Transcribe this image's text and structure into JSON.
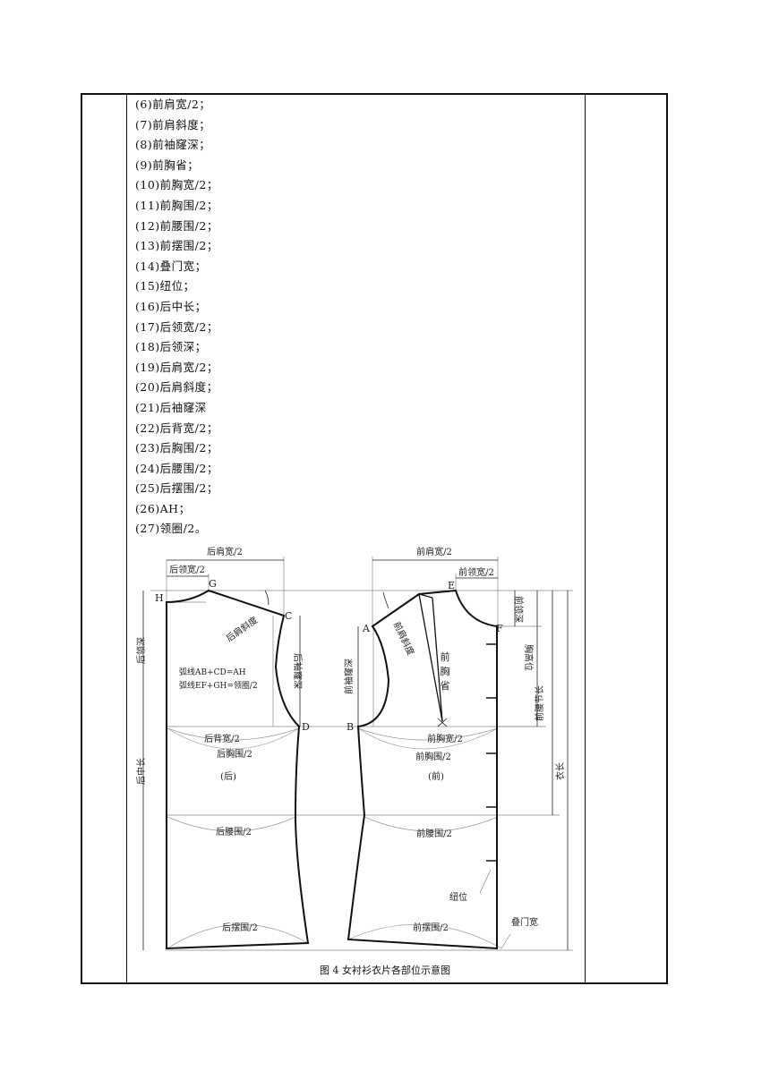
{
  "list_items": [
    "(6)前肩宽/2；",
    "(7)前肩斜度；",
    "(8)前袖窿深；",
    "(9)前胸省；",
    "(10)前胸宽/2；",
    "(11)前胸围/2；",
    "(12)前腰围/2；",
    "(13)前摆围/2；",
    "(14)叠门宽；",
    "(15)纽位；",
    "(16)后中长；",
    "(17)后领宽/2；",
    "(18)后领深；",
    "(19)后肩宽/2；",
    "(20)后肩斜度；",
    "(21)后袖窿深",
    "(22)后背宽/2；",
    "(23)后胸围/2；",
    "(24)后腰围/2；",
    "(25)后摆围/2；",
    "(26)AH；",
    "(27)领圈/2。"
  ],
  "diagram": {
    "points": {
      "A": "A",
      "B": "B",
      "C": "C",
      "D": "D",
      "E": "E",
      "F": "F",
      "G": "G",
      "H": "H"
    },
    "back": {
      "shoulder_width": "后肩宽/2",
      "neck_width": "后领宽/2",
      "neck_depth": "后领深",
      "shoulder_slope": "后肩斜度",
      "armhole_depth": "后袖窿深",
      "back_width": "后背宽/2",
      "chest": "后胸围/2",
      "panel": "(后)",
      "waist": "后腰围/2",
      "hem": "后摆围/2",
      "center_length": "后中长"
    },
    "front": {
      "shoulder_width": "前肩宽/2",
      "neck_width": "前领宽/2",
      "neck_depth": "前领深",
      "shoulder_slope": "前肩斜度",
      "armhole_depth": "前袖窿深",
      "dart": "前胸省",
      "chest_width": "前胸宽/2",
      "chest": "前胸围/2",
      "panel": "(前)",
      "waist": "前腰围/2",
      "hem": "前摆围/2",
      "bust_height": "胸高位",
      "waist_length": "前腰节长",
      "garment_length": "衣长",
      "button": "纽位",
      "placket": "叠门宽"
    },
    "formula1": "弧线AB+CD=AH",
    "formula2": "弧线EF+GH=领圈/2"
  },
  "caption": "图 4  女衬衫衣片各部位示意图"
}
